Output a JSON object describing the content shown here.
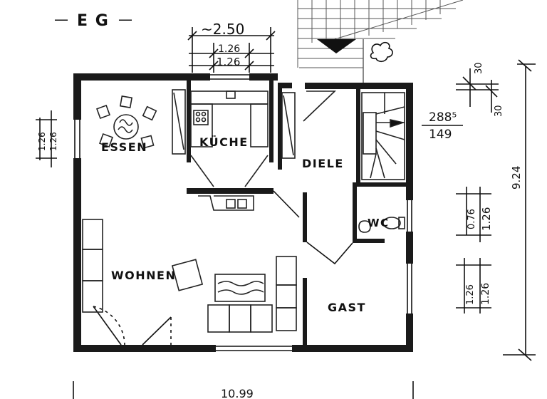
{
  "plan": {
    "floor_label": "E G",
    "dashes": [
      "—",
      "—"
    ],
    "rooms": {
      "essen": "ESSEN",
      "kueche": "KÜCHE",
      "diele": "DIELE",
      "wohnen": "WOHNEN",
      "wc": "WC",
      "gast": "GAST"
    },
    "dimensions": {
      "top_width": "~2.50",
      "top_window_a": "1.26",
      "top_window_b": "1.26",
      "left_window_a": "1.26",
      "left_window_b": "1.26",
      "stair_a": "288⁵",
      "stair_b": "149",
      "right_30_a": "30",
      "right_30_b": "30",
      "right_total": "9.24",
      "wc_a": "0.76",
      "wc_b": "1.26",
      "gast_a": "1.26",
      "gast_b": "1.26",
      "bottom_total": "10.99"
    }
  }
}
